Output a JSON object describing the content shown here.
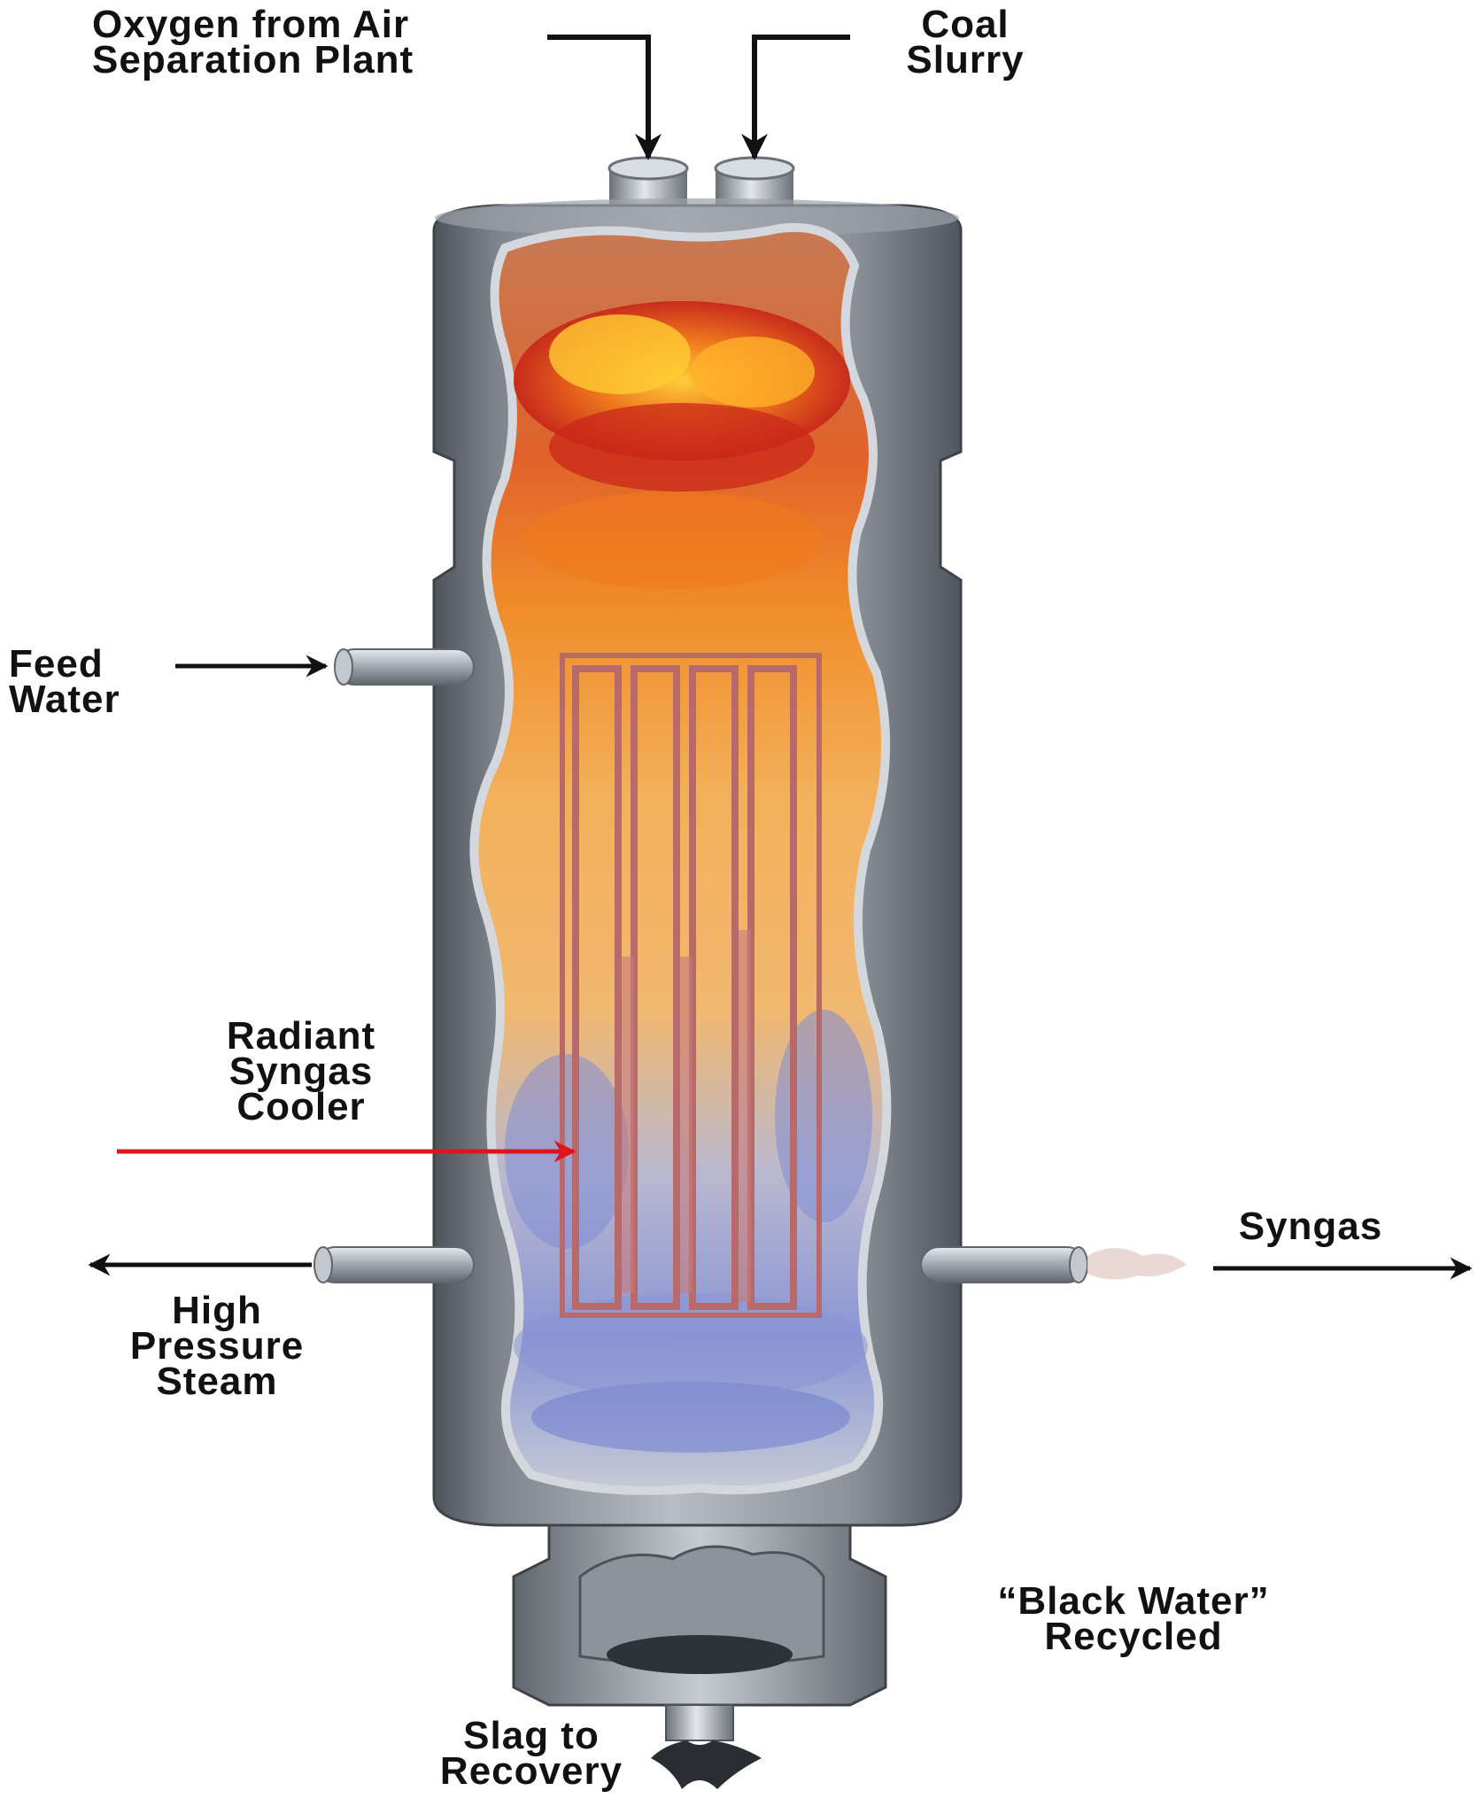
{
  "labels": {
    "oxygen": [
      "Oxygen from Air",
      "Separation Plant"
    ],
    "coal": [
      "Coal",
      "Slurry"
    ],
    "feed_water": [
      "Feed",
      "Water"
    ],
    "radiant": [
      "Radiant",
      "Syngas",
      "Cooler"
    ],
    "high_pressure": [
      "High",
      "Pressure",
      "Steam"
    ],
    "syngas": [
      "Syngas"
    ],
    "black_water": [
      "“Black Water”",
      "Recycled"
    ],
    "slag": [
      "Slag to",
      "Recovery"
    ]
  },
  "colors": {
    "shell": "#8a9098",
    "shell_dark": "#5b6168",
    "pipe": "#a9b0b8",
    "flame_red": "#d9361c",
    "flame_orange": "#f39a2c",
    "hot_gas": "#f6b85a",
    "cool_gas": "#9aa6d8",
    "cooler_tubes": "#b86a6a",
    "pointer_red": "#e2141b",
    "arrow_black": "#111111"
  }
}
